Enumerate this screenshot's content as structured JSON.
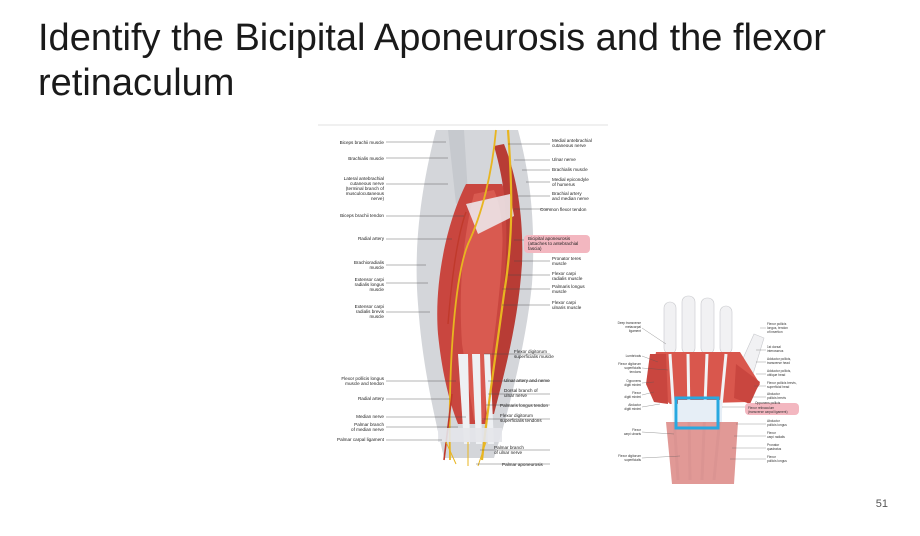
{
  "slide": {
    "title": "Identify the Bicipital Aponeurosis and the flexor retinaculum",
    "page_number": "51"
  },
  "forearm_figure": {
    "left_labels": [
      "Biceps brachii muscle",
      "Brachialis muscle",
      "Lateral antebrachial",
      "cutaneous nerve",
      "(terminal branch of",
      "musculocutaneous",
      "nerve)",
      "Biceps brachii tendon",
      "Radial artery",
      "Brachioradialis",
      "muscle",
      "Extensor carpi",
      "radialis longus",
      "muscle",
      "Extensor carpi",
      "radialis brevis",
      "muscle",
      "Flexor pollicis longus",
      "muscle and tendon",
      "Radial artery",
      "Median nerve",
      "Palmar branch",
      "of median nerve",
      "Palmar carpal ligament"
    ],
    "right_labels": [
      "Medial antebrachial",
      "cutaneous nerve",
      "Ulnar nerve",
      "Brachialis muscle",
      "Medial epicondyle",
      "of humerus",
      "Brachial artery",
      "and median nerve",
      "Common flexor tendon",
      "Bicipital aponeurosis",
      "(attaches to antebrachial",
      "fascia)",
      "Pronator teres",
      "muscle",
      "Flexor carpi",
      "radialis muscle",
      "Palmaris longus",
      "muscle",
      "Flexor carpi",
      "ulnaris muscle",
      "Flexor digitorum",
      "superficialis muscle",
      "Ulnar artery and nerve",
      "Dorsal branch of",
      "ulnar nerve",
      "Palmaris longus tendon",
      "Flexor digitorum",
      "superficialis tendons",
      "Palmar branch",
      "of ulnar nerve",
      "Palmar aponeurosis"
    ]
  },
  "hand_figure": {
    "left_labels": [
      "Deep transverse",
      "metacarpal",
      "ligament",
      "Lumbricals",
      "Flexor digitorum",
      "superficialis",
      "tendons",
      "Opponens",
      "digiti minimi",
      "Flexor",
      "digiti minimi",
      "Abductor",
      "digiti minimi",
      "Flexor",
      "carpi ulnaris",
      "Flexor digitorum",
      "superficialis"
    ],
    "right_labels": [
      "Flexor pollicis",
      "longus, tendon",
      "of insertion",
      "1st dorsal",
      "interosseus",
      "Adductor pollicis,",
      "transverse head",
      "Adductor pollicis,",
      "oblique head",
      "Flexor pollicis brevis,",
      "superficial head",
      "Abductor",
      "pollicis brevis",
      "Opponens pollicis",
      "Flexor retinaculum",
      "(transverse carpal ligament)",
      "Abductor",
      "pollicis longus",
      "Flexor",
      "carpi radialis",
      "Pronator",
      "quadratus",
      "Flexor",
      "pollicis longus"
    ]
  },
  "colors": {
    "highlight": "#f3b7c0",
    "callout_box": "#28a8e0",
    "muscle": "#c9463f",
    "tendon": "#eef0f3",
    "nerve": "#e8b520"
  }
}
